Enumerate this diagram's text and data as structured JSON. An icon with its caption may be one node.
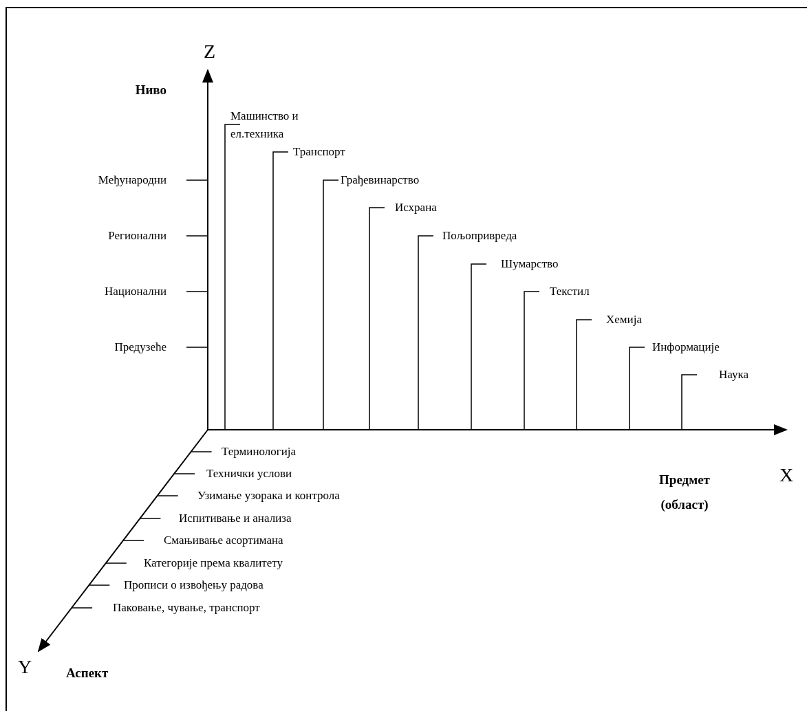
{
  "diagram": {
    "labels": [
      "Z",
      "Ниво",
      "Међународни",
      "Регионални",
      "Национални",
      "Предузеће",
      "Машинство и ел.техника",
      "Транспорт",
      "Грађевинарство",
      "Исхрана",
      "Пољопривреда",
      "Шумарство",
      "Текстил",
      "Хемија",
      "Информације",
      "Наука",
      "Терминологија",
      "Технички услови",
      "Узимање узорака и контрола",
      "Испитивање и анализа",
      "Смањивање асортимана",
      "Категорије према квалитету",
      "Прописи о извођењу радова",
      "Паковање, чување, транспорт",
      "Предмет (област)",
      "X",
      "Y",
      "Аспект"
    ]
  }
}
